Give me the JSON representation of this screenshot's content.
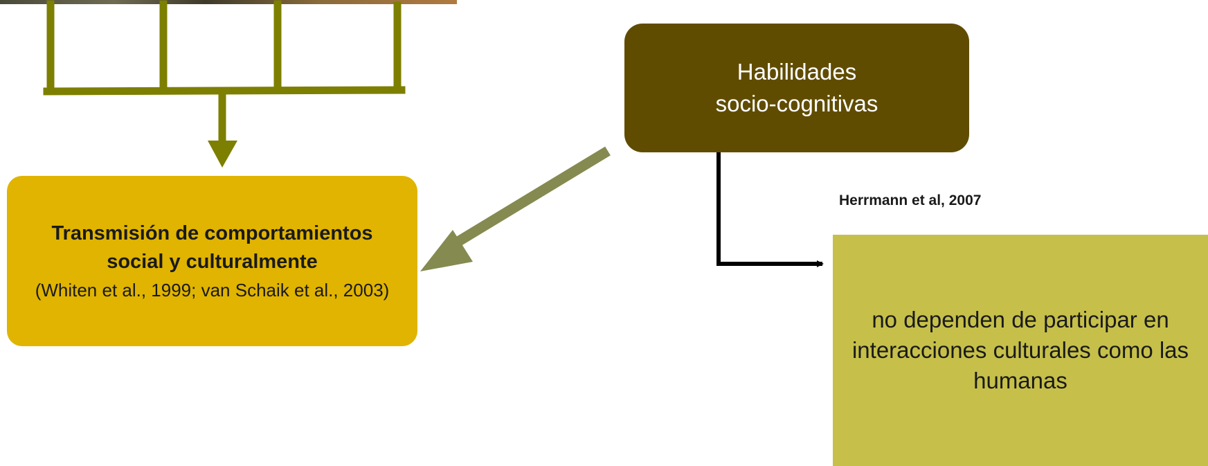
{
  "transmission_box": {
    "title": "Transmisión de comportamientos social y culturalmente",
    "citation": "(Whiten et al., 1999; van Schaik et al., 2003)"
  },
  "habilidades_box": {
    "line1": "Habilidades",
    "line2": "socio-cognitivas"
  },
  "herrmann_citation": "Herrmann et al, 2007",
  "result_box": {
    "text": "no dependen de participar en interacciones culturales como las humanas"
  },
  "colors": {
    "olive_connector": "#7d7f00",
    "arrow_diagonal": "#858a50",
    "transmission_fill": "#e0b400",
    "habilidades_fill": "#604c00",
    "result_fill": "#c6c04a"
  }
}
